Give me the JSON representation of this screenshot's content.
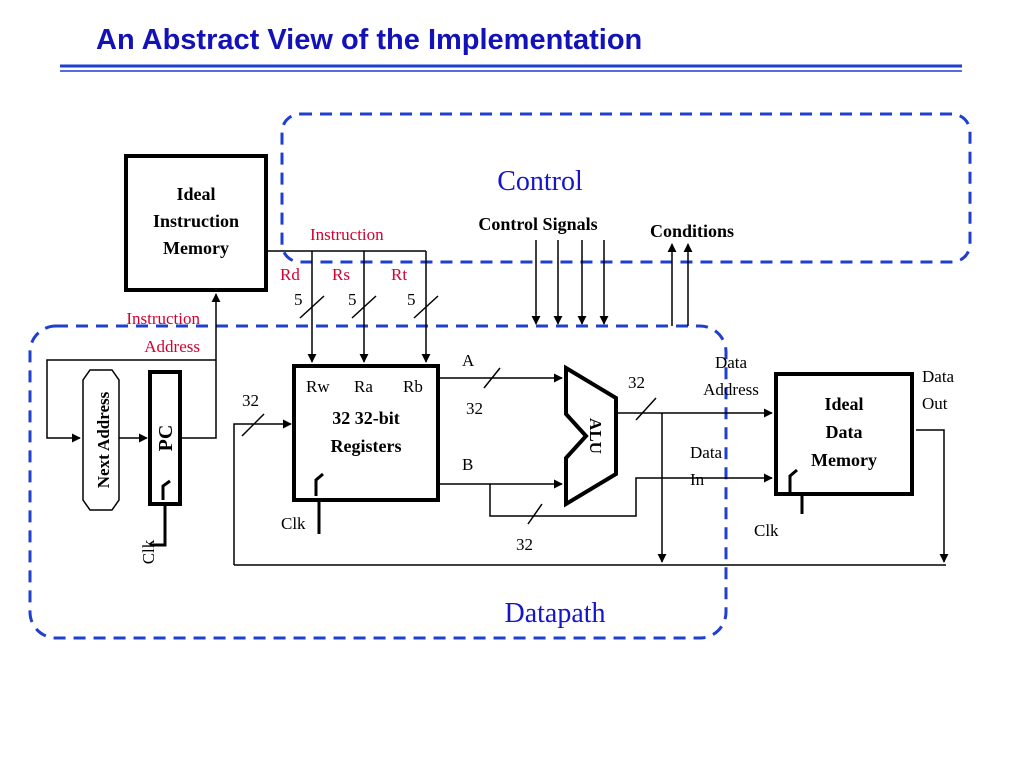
{
  "title": "An Abstract View of the Implementation",
  "colors": {
    "title": "#1212b8",
    "region_border": "#1f3fcf",
    "region_label": "#1616c8",
    "signal_red": "#d40030",
    "line": "#000000"
  },
  "regions": {
    "control": "Control",
    "datapath": "Datapath"
  },
  "blocks": {
    "instruction_memory": [
      "Ideal",
      "Instruction",
      "Memory"
    ],
    "registers": {
      "ports": [
        "Rw",
        "Ra",
        "Rb"
      ],
      "label": [
        "32 32-bit",
        "Registers"
      ]
    },
    "pc": "PC",
    "next_address": "Next Address",
    "alu": "ALU",
    "data_memory": [
      "Ideal",
      "Data",
      "Memory"
    ]
  },
  "signals": {
    "instruction": "Instruction",
    "instruction_address": [
      "Instruction",
      "Address"
    ],
    "rd": "Rd",
    "rs": "Rs",
    "rt": "Rt",
    "field_width": "5",
    "bus_width": "32",
    "a": "A",
    "b": "B",
    "control_signals": "Control Signals",
    "conditions": "Conditions",
    "data_address": [
      "Data",
      "Address"
    ],
    "data_in": [
      "Data",
      "In"
    ],
    "data_out": [
      "Data",
      "Out"
    ],
    "clk": "Clk"
  }
}
